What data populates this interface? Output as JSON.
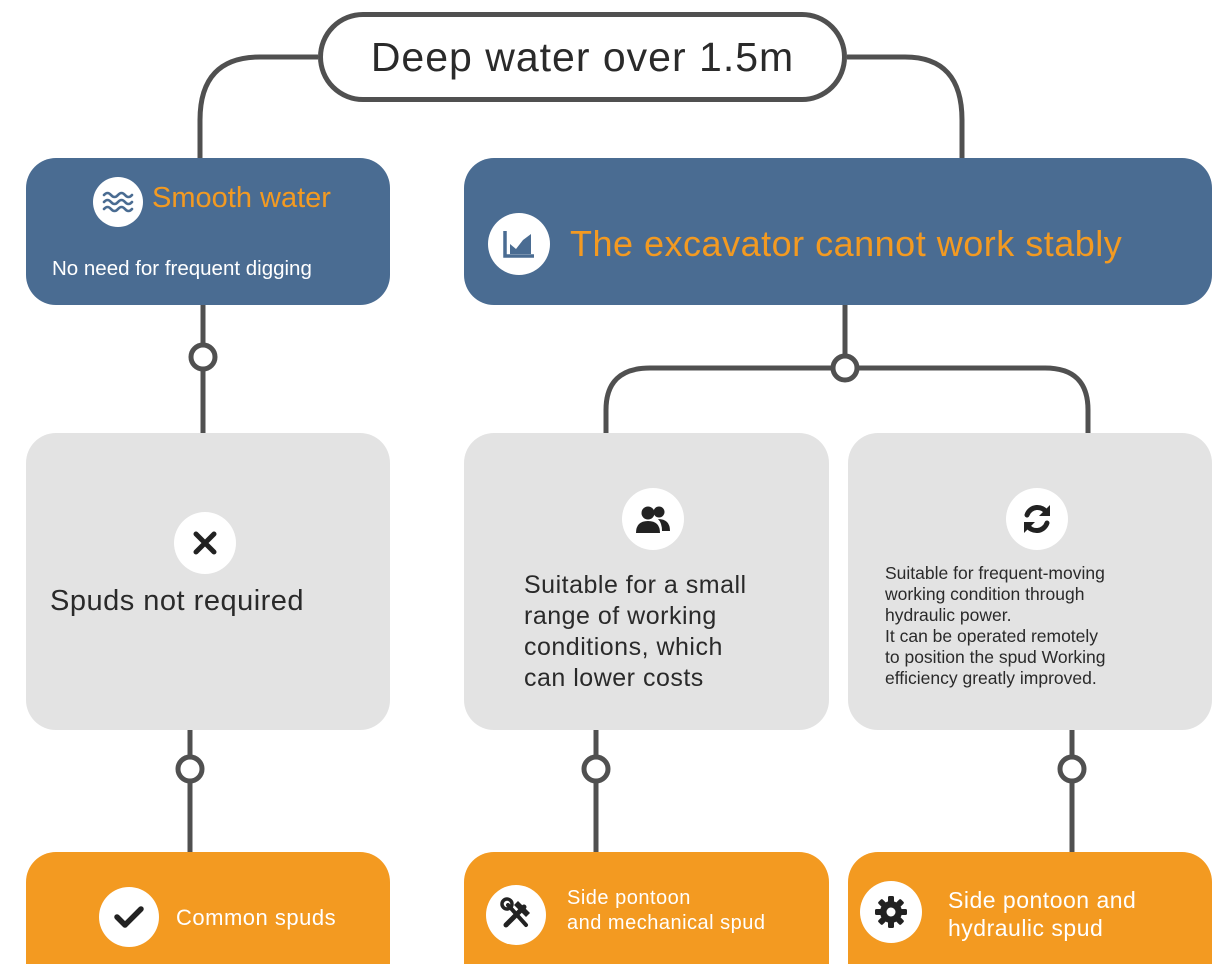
{
  "root": {
    "label": "Deep water over 1.5m"
  },
  "left_branch": {
    "header_title": "Smooth water",
    "header_subtitle": "No need for frequent digging",
    "header_icon": "waves-icon",
    "condition_text": "Spuds not required",
    "condition_icon": "x-mark-icon",
    "result_label": "Common spuds",
    "result_icon": "checkmark-icon"
  },
  "right_branch": {
    "header_title": "The excavator cannot work stably",
    "header_icon": "area-chart-icon",
    "middle": {
      "condition_text": "Suitable for a small\nrange of working\nconditions, which\ncan lower costs",
      "condition_icon": "users-icon",
      "result_label": "Side pontoon\nand mechanical spud",
      "result_icon": "tools-icon"
    },
    "right": {
      "condition_text": "Suitable for frequent-moving\nworking condition through\nhydraulic power.\nIt can be operated remotely\nto position the spud Working\n efficiency greatly improved.",
      "condition_icon": "refresh-icon",
      "result_label": "Side pontoon and\nhydraulic spud",
      "result_icon": "gear-icon"
    }
  },
  "colors": {
    "blue": "#4a6c92",
    "orange": "#f39a21",
    "gray": "#e3e3e3",
    "line": "#505050"
  }
}
